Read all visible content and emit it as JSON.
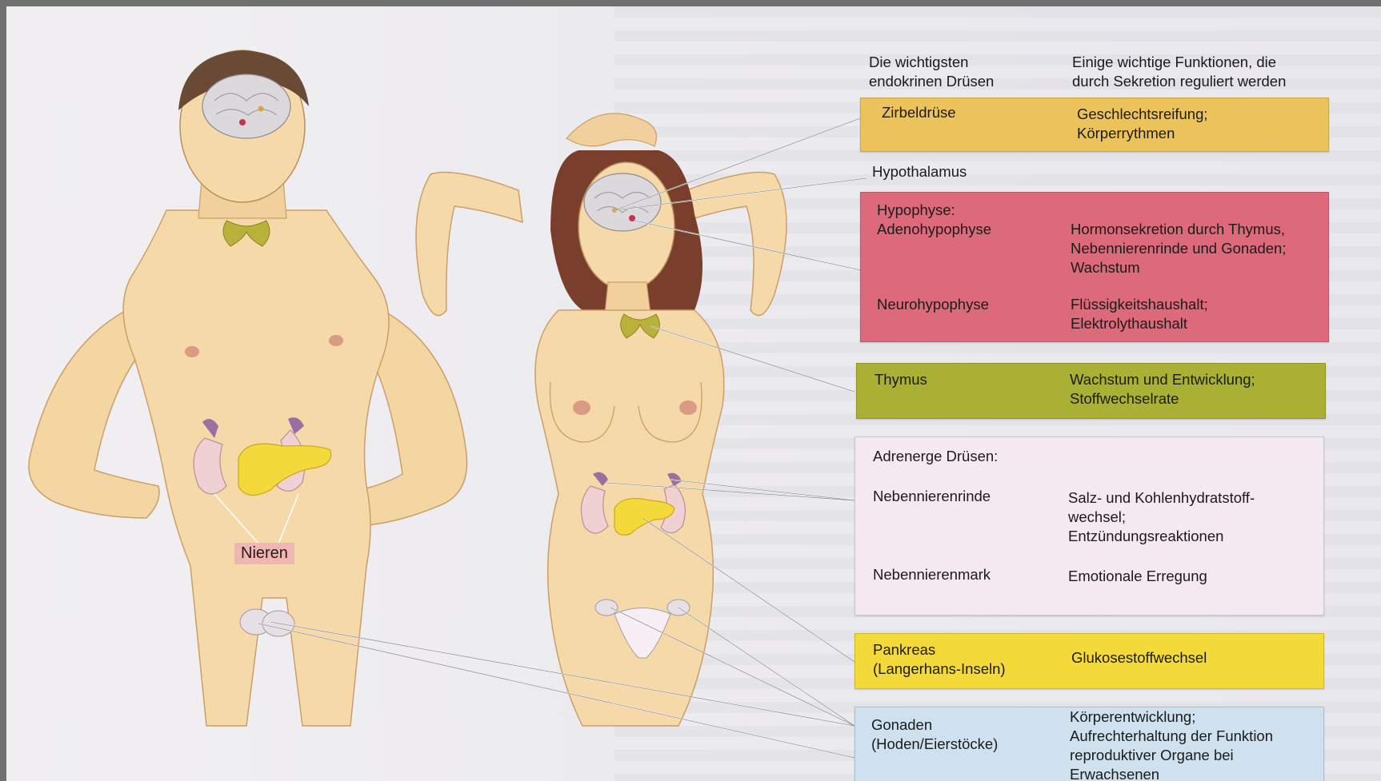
{
  "header": {
    "glands_title": "Die wichtigsten\nendokrinen Drüsen",
    "functions_title": "Einige wichtige Funktionen, die\ndurch Sekretion reguliert werden"
  },
  "figure_labels": {
    "nieren": "Nieren"
  },
  "colors": {
    "zirbeldruese": "#ecc35a",
    "hypophyse": "#dc6a7a",
    "thymus": "#a9b033",
    "adrenal": "#f4e8f1",
    "pankreas": "#f4d93a",
    "gonaden": "#cfe0ee",
    "skin": "#f6d9a8"
  },
  "glands": {
    "zirbeldruese": {
      "name": "Zirbeldrüse",
      "function": "Geschlechtsreifung;\nKörperrythmen"
    },
    "hypothalamus": {
      "name": "Hypothalamus"
    },
    "hypophyse": {
      "name": "Hypophyse:",
      "adeno_name": "Adenohypophyse",
      "adeno_function": "Hormonsekretion durch Thymus,\nNebennierenrinde und Gonaden;\nWachstum",
      "neuro_name": "Neurohypophyse",
      "neuro_function": "Flüssigkeitshaushalt;\nElektrolythaushalt"
    },
    "thymus": {
      "name": "Thymus",
      "function": "Wachstum und Entwicklung;\nStoffwechselrate"
    },
    "adrenal": {
      "name": "Adrenerge Drüsen:",
      "rinde_name": "Nebennierenrinde",
      "rinde_function": "Salz- und Kohlenhydratstoff-\nwechsel;\nEntzündungsreaktionen",
      "mark_name": "Nebennierenmark",
      "mark_function": "Emotionale Erregung"
    },
    "pankreas": {
      "name": "Pankreas\n(Langerhans-Inseln)",
      "function": "Glukosestoffwechsel"
    },
    "gonaden": {
      "name": "Gonaden\n(Hoden/Eierstöcke)",
      "function": "Körperentwicklung;\nAufrechterhaltung der Funktion\nreproduktiver Organe bei\nErwachsenen"
    }
  }
}
